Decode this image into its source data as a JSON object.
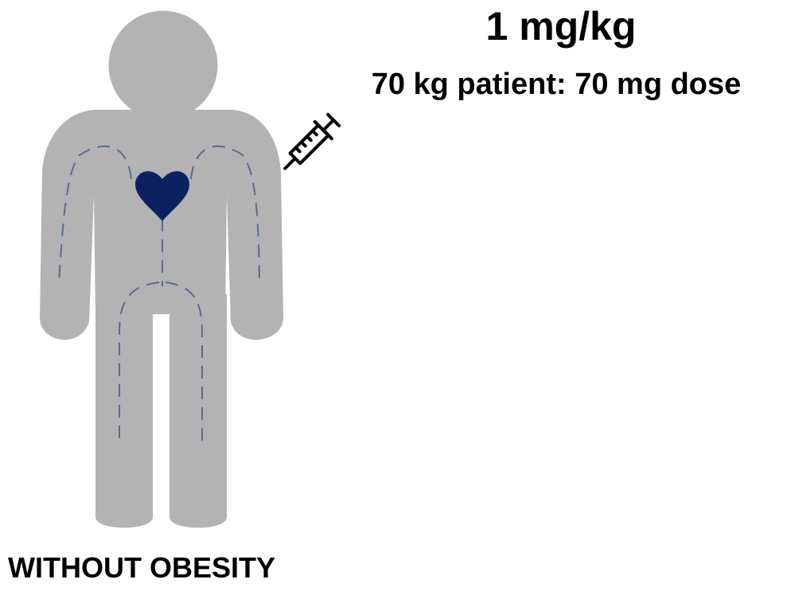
{
  "dose": {
    "per_kg": "1 mg/kg",
    "example": "70 kg patient: 70 mg dose"
  },
  "caption": "WITHOUT OBESITY",
  "icons": {
    "person": "person-silhouette-icon",
    "heart": "heart-icon",
    "syringe": "syringe-icon"
  },
  "colors": {
    "body": "#b3b3b3",
    "heart": "#0a2360",
    "vessels": "#5a6a8e",
    "text": "#000000"
  }
}
